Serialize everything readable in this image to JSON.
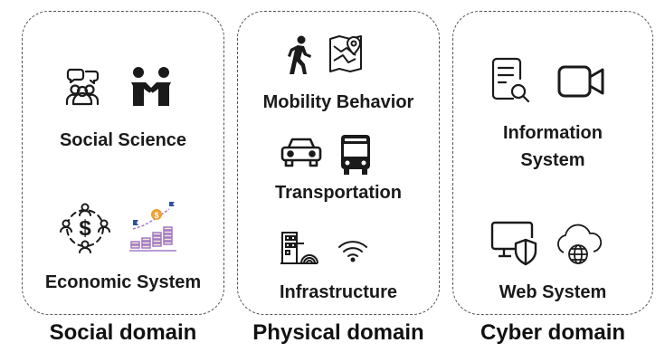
{
  "domains": [
    {
      "name": "Social domain",
      "items": [
        {
          "label": "Social Science",
          "icons": [
            "people-group-icon",
            "handshake-icon"
          ]
        },
        {
          "label": "Economic System",
          "icons": [
            "money-network-icon",
            "coin-growth-chart-icon"
          ]
        }
      ]
    },
    {
      "name": "Physical domain",
      "items": [
        {
          "label": "Mobility Behavior",
          "icons": [
            "walking-person-icon",
            "map-pin-icon"
          ]
        },
        {
          "label": "Transportation",
          "icons": [
            "car-icon",
            "bus-icon"
          ]
        },
        {
          "label": "Infrastructure",
          "icons": [
            "building-icon",
            "wifi-icon"
          ]
        }
      ]
    },
    {
      "name": "Cyber domain",
      "items": [
        {
          "label": "Information\nSystem",
          "label_lines": [
            "Information",
            "System"
          ],
          "icons": [
            "document-search-icon",
            "video-camera-icon"
          ]
        },
        {
          "label": "Web System",
          "icons": [
            "monitor-shield-icon",
            "cloud-globe-icon"
          ]
        }
      ]
    }
  ],
  "colors": {
    "text": "#111111",
    "border": "#555555",
    "icon": "#1a1a1a",
    "accent_orange": "#f0a030",
    "accent_blue": "#3050a0",
    "accent_purple": "#a07ac8"
  }
}
